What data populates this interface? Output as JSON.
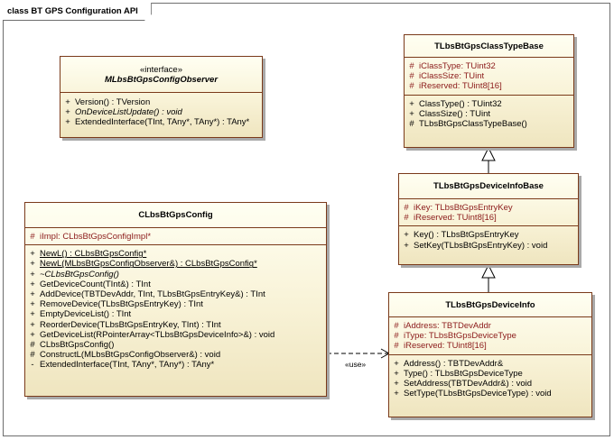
{
  "frame": {
    "title": "class BT GPS Configuration API"
  },
  "use_label": "«use»",
  "classes": {
    "observer": {
      "stereotype": "«interface»",
      "name": "MLbsBtGpsConfigObserver",
      "operations": [
        {
          "vis": "+",
          "text": "Version() : TVersion",
          "style": ""
        },
        {
          "vis": "+",
          "text": "OnDeviceListUpdate() : void",
          "style": "i"
        },
        {
          "vis": "+",
          "text": "ExtendedInterface(TInt, TAny*, TAny*) : TAny*",
          "style": ""
        }
      ]
    },
    "classtypebase": {
      "name": "TLbsBtGpsClassTypeBase",
      "attributes": [
        {
          "vis": "#",
          "text": "iClassType:  TUint32"
        },
        {
          "vis": "#",
          "text": "iClassSize:  TUint"
        },
        {
          "vis": "#",
          "text": "iReserved:  TUint8[16]"
        }
      ],
      "operations": [
        {
          "vis": "+",
          "text": "ClassType() : TUint32",
          "style": ""
        },
        {
          "vis": "+",
          "text": "ClassSize() : TUint",
          "style": ""
        },
        {
          "vis": "#",
          "text": "TLbsBtGpsClassTypeBase()",
          "style": ""
        }
      ]
    },
    "deviceinfobase": {
      "name": "TLbsBtGpsDeviceInfoBase",
      "attributes": [
        {
          "vis": "#",
          "text": "iKey:  TLbsBtGpsEntryKey"
        },
        {
          "vis": "#",
          "text": "iReserved:  TUint8[16]"
        }
      ],
      "operations": [
        {
          "vis": "+",
          "text": "Key() : TLbsBtGpsEntryKey",
          "style": ""
        },
        {
          "vis": "+",
          "text": "SetKey(TLbsBtGpsEntryKey) : void",
          "style": ""
        }
      ]
    },
    "config": {
      "name": "CLbsBtGpsConfig",
      "attributes": [
        {
          "vis": "#",
          "text": "iImpl:  CLbsBtGpsConfigImpl*"
        }
      ],
      "operations": [
        {
          "vis": "+",
          "text": "NewL() : CLbsBtGpsConfig*",
          "style": "u"
        },
        {
          "vis": "+",
          "text": "NewL(MLbsBtGpsConfigObserver&) : CLbsBtGpsConfig*",
          "style": "u"
        },
        {
          "vis": "+",
          "text": "~CLbsBtGpsConfig()",
          "style": "i"
        },
        {
          "vis": "+",
          "text": "GetDeviceCount(TInt&) : TInt",
          "style": ""
        },
        {
          "vis": "+",
          "text": "AddDevice(TBTDevAddr, TInt, TLbsBtGpsEntryKey&) : TInt",
          "style": ""
        },
        {
          "vis": "+",
          "text": "RemoveDevice(TLbsBtGpsEntryKey) : TInt",
          "style": ""
        },
        {
          "vis": "+",
          "text": "EmptyDeviceList() : TInt",
          "style": ""
        },
        {
          "vis": "+",
          "text": "ReorderDevice(TLbsBtGpsEntryKey, TInt) : TInt",
          "style": ""
        },
        {
          "vis": "+",
          "text": "GetDeviceList(RPointerArray<TLbsBtGpsDeviceInfo>&) : void",
          "style": ""
        },
        {
          "vis": "#",
          "text": "CLbsBtGpsConfig()",
          "style": ""
        },
        {
          "vis": "#",
          "text": "ConstructL(MLbsBtGpsConfigObserver&) : void",
          "style": ""
        },
        {
          "vis": "-",
          "text": "ExtendedInterface(TInt, TAny*, TAny*) : TAny*",
          "style": ""
        }
      ]
    },
    "deviceinfo": {
      "name": "TLbsBtGpsDeviceInfo",
      "attributes": [
        {
          "vis": "#",
          "text": "iAddress:  TBTDevAddr"
        },
        {
          "vis": "#",
          "text": "iType:  TLbsBtGpsDeviceType"
        },
        {
          "vis": "#",
          "text": "iReserved:  TUint8[16]"
        }
      ],
      "operations": [
        {
          "vis": "+",
          "text": "Address() : TBTDevAddr&",
          "style": ""
        },
        {
          "vis": "+",
          "text": "Type() : TLbsBtGpsDeviceType",
          "style": ""
        },
        {
          "vis": "+",
          "text": "SetAddress(TBTDevAddr&) : void",
          "style": ""
        },
        {
          "vis": "+",
          "text": "SetType(TLbsBtGpsDeviceType) : void",
          "style": ""
        }
      ]
    }
  }
}
